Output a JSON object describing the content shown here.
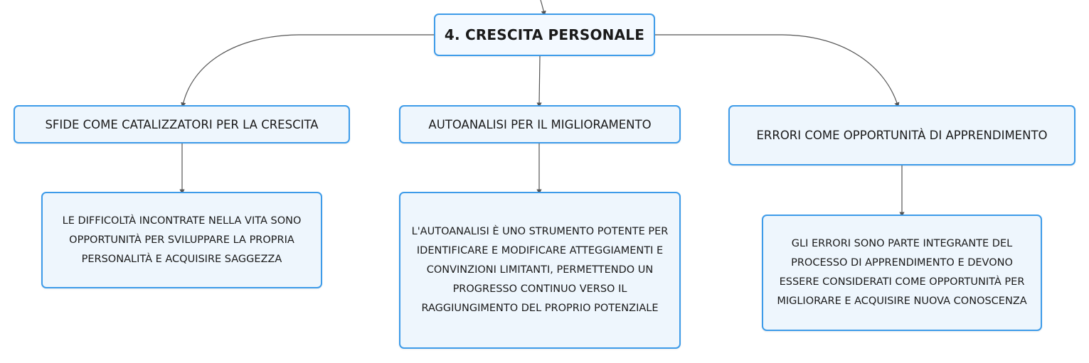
{
  "root": {
    "label": "4. CRESCITA PERSONALE"
  },
  "branches": [
    {
      "title": "SFIDE COME CATALIZZATORI PER LA CRESCITA",
      "detail": "LE DIFFICOLTÀ INCONTRATE NELLA VITA SONO OPPORTUNITÀ PER SVILUPPARE LA PROPRIA PERSONALITÀ E ACQUISIRE SAGGEZZA"
    },
    {
      "title": "AUTOANALISI PER IL MIGLIORAMENTO",
      "detail": "L'AUTOANALISI È UNO STRUMENTO POTENTE PER IDENTIFICARE E MODIFICARE ATTEGGIAMENTI E CONVINZIONI LIMITANTI, PERMETTENDO UN PROGRESSO CONTINUO VERSO IL RAGGIUNGIMENTO DEL PROPRIO POTENZIALE"
    },
    {
      "title": "ERRORI COME OPPORTUNITÀ DI APPRENDIMENTO",
      "detail": "GLI ERRORI SONO PARTE INTEGRANTE DEL PROCESSO DI APPRENDIMENTO E DEVONO ESSERE CONSIDERATI COME OPPORTUNITÀ PER MIGLIORARE E ACQUISIRE NUOVA CONOSCENZA"
    }
  ],
  "colors": {
    "node_border": "#3d9be9",
    "node_fill": "#eef6fd",
    "connector": "#555555"
  }
}
